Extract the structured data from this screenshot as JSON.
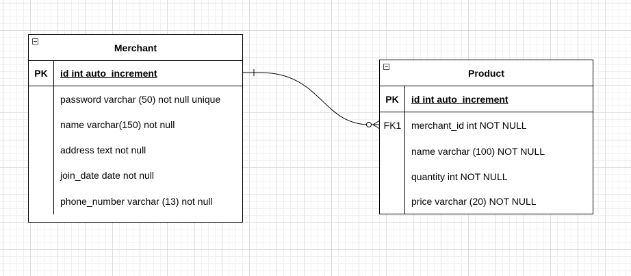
{
  "entities": {
    "merchant": {
      "title": "Merchant",
      "pk": {
        "key": "PK",
        "field": "id int auto_increment"
      },
      "fields": [
        "password varchar (50) not null unique",
        "name varchar(150) not null",
        "address text not null",
        "join_date date not null",
        "phone_number varchar (13) not null"
      ]
    },
    "product": {
      "title": "Product",
      "pk": {
        "key": "PK",
        "field": "id int auto_increment"
      },
      "fk_key": "FK1",
      "fields": [
        "merchant_id int NOT NULL",
        "name varchar (100) NOT NULL",
        "quantity int NOT NULL",
        "price varchar (20) NOT NULL"
      ]
    }
  },
  "relationship": {
    "from": "Merchant",
    "to": "Product",
    "from_cardinality": "one",
    "to_cardinality": "zero-or-many"
  }
}
